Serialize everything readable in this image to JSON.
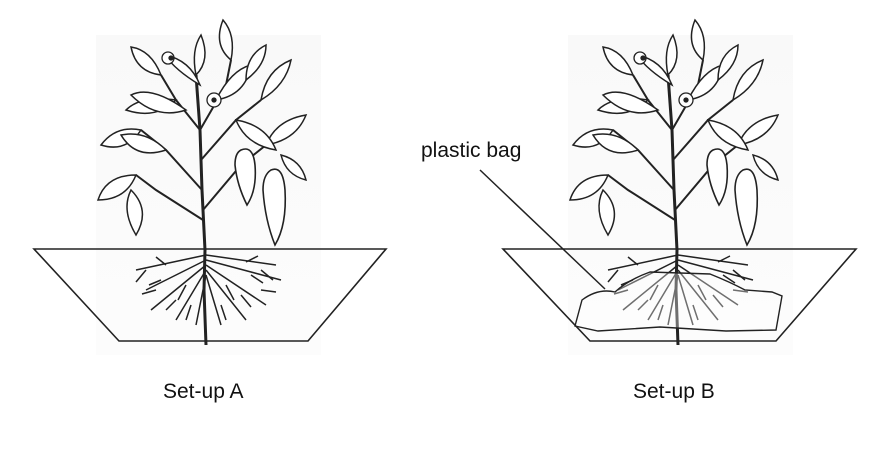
{
  "figure": {
    "setup_a": {
      "caption": "Set-up A"
    },
    "setup_b": {
      "caption": "Set-up B",
      "label": "plastic bag"
    }
  }
}
